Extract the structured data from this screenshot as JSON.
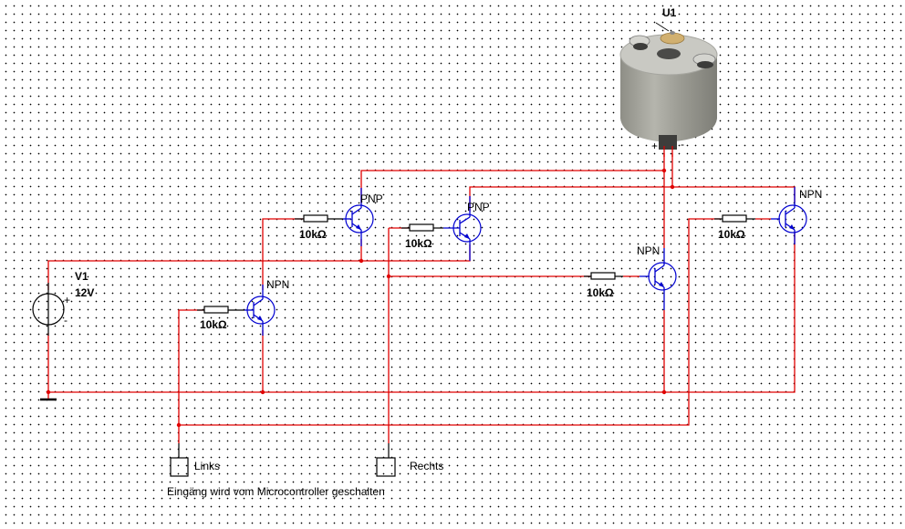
{
  "source": {
    "ref": "V1",
    "value": "12V",
    "plus": "+",
    "minus": "-"
  },
  "motor": {
    "ref": "U1",
    "plus": "+",
    "minus": "-"
  },
  "transistors": [
    {
      "id": "Q1",
      "type": "NPN",
      "resistor": "10kΩ"
    },
    {
      "id": "Q2",
      "type": "PNP",
      "resistor": "10kΩ"
    },
    {
      "id": "Q3",
      "type": "PNP",
      "resistor": "10kΩ"
    },
    {
      "id": "Q4",
      "type": "NPN",
      "resistor": "10kΩ"
    },
    {
      "id": "Q5",
      "type": "NPN",
      "resistor": "10kΩ"
    }
  ],
  "inputs": [
    {
      "label": "Links"
    },
    {
      "label": "Rechts"
    }
  ],
  "note": "Eingäng wird vom Microcontroller geschalten",
  "colors": {
    "wire": "#e00000",
    "pin": "#0000d0",
    "component": "#000000"
  }
}
